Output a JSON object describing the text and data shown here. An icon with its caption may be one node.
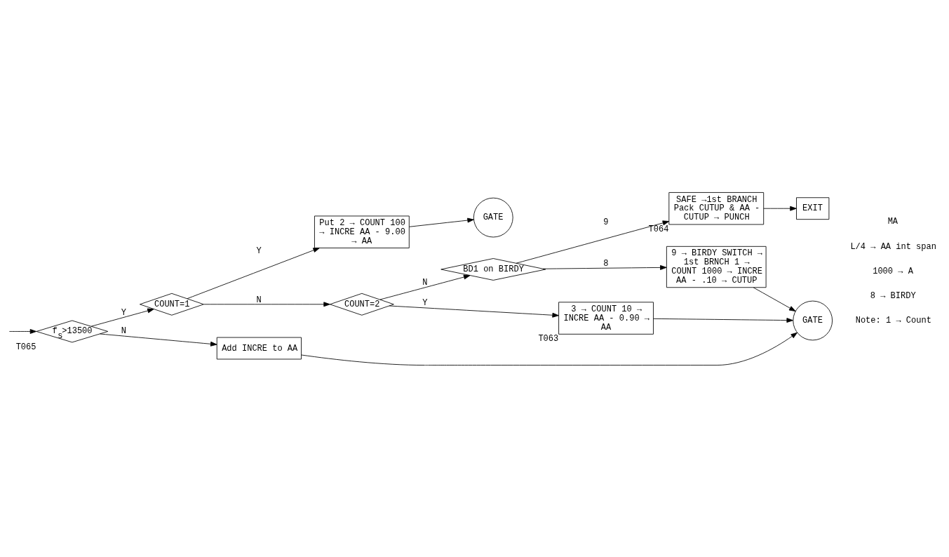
{
  "diagram": {
    "nodes": [
      {
        "text": [
          "f$_{s}$>13500"
        ],
        "beside": [
          "T065"
        ]
      },
      {
        "text": [
          "COUNT=1"
        ]
      },
      {
        "text": [
          "Put 2 → COUNT 100 → INCRE AA - 9.00 → AA"
        ]
      },
      {
        "text": [
          "GATE"
        ]
      },
      {
        "text": [
          "Add INCRE to AA"
        ]
      },
      {
        "text": [
          "COUNT=2"
        ]
      },
      {
        "text": [
          "BD1 on BIRDY"
        ]
      },
      {
        "text": [
          "SAFE →1st BRANCH Pack CUTUP & AA - CUTUP → PUNCH"
        ],
        "beside": [
          "T064"
        ]
      },
      {
        "text": [
          "EXIT"
        ]
      },
      {
        "text": [
          "3 → COUNT 10 → INCRE AA - 0.90 → AA"
        ],
        "beside": [
          "T063"
        ]
      },
      {
        "text": [
          "9 → BIRDY SWITCH → 1st BRNCH 1 → COUNT 1000 → INCRE AA - .10 → CUTUP"
        ]
      },
      {
        "text": [
          "GATE"
        ]
      }
    ],
    "edges": [
      {
        "from": null,
        "to": 0,
        "arrow": "to"
      },
      {
        "from": 0,
        "to": 1,
        "arrow": "to",
        "label": "Y"
      },
      {
        "from": 1,
        "to": 2,
        "arrow": "to",
        "label": "Y"
      },
      {
        "from": 2,
        "to": 3,
        "arrow": "to"
      },
      {
        "from": 0,
        "to": 4,
        "arrow": "to",
        "label": "N"
      },
      {
        "from": 1,
        "to": 5,
        "arrow": "to",
        "label": "N"
      },
      {
        "from": 5,
        "to": 6,
        "arrow": "to",
        "label": "N"
      },
      {
        "from": 6,
        "to": 7,
        "arrow": "to",
        "label": "9"
      },
      {
        "from": 7,
        "to": 8,
        "arrow": "to"
      },
      {
        "from": 5,
        "to": 9,
        "arrow": "to",
        "label": "Y"
      },
      {
        "from": 6,
        "to": 10,
        "arrow": "to",
        "label": "8"
      },
      {
        "from": 9,
        "to": 11,
        "arrow": "to"
      },
      {
        "from": 4,
        "to": 11,
        "arrow": "to"
      },
      {
        "from": 10,
        "to": 11,
        "arrow": "to"
      }
    ],
    "labels": [
      "Note: 1 → Count",
      "8 → BIRDY",
      "1000 → A",
      "L/4 → AA int span",
      "MA"
    ]
  }
}
